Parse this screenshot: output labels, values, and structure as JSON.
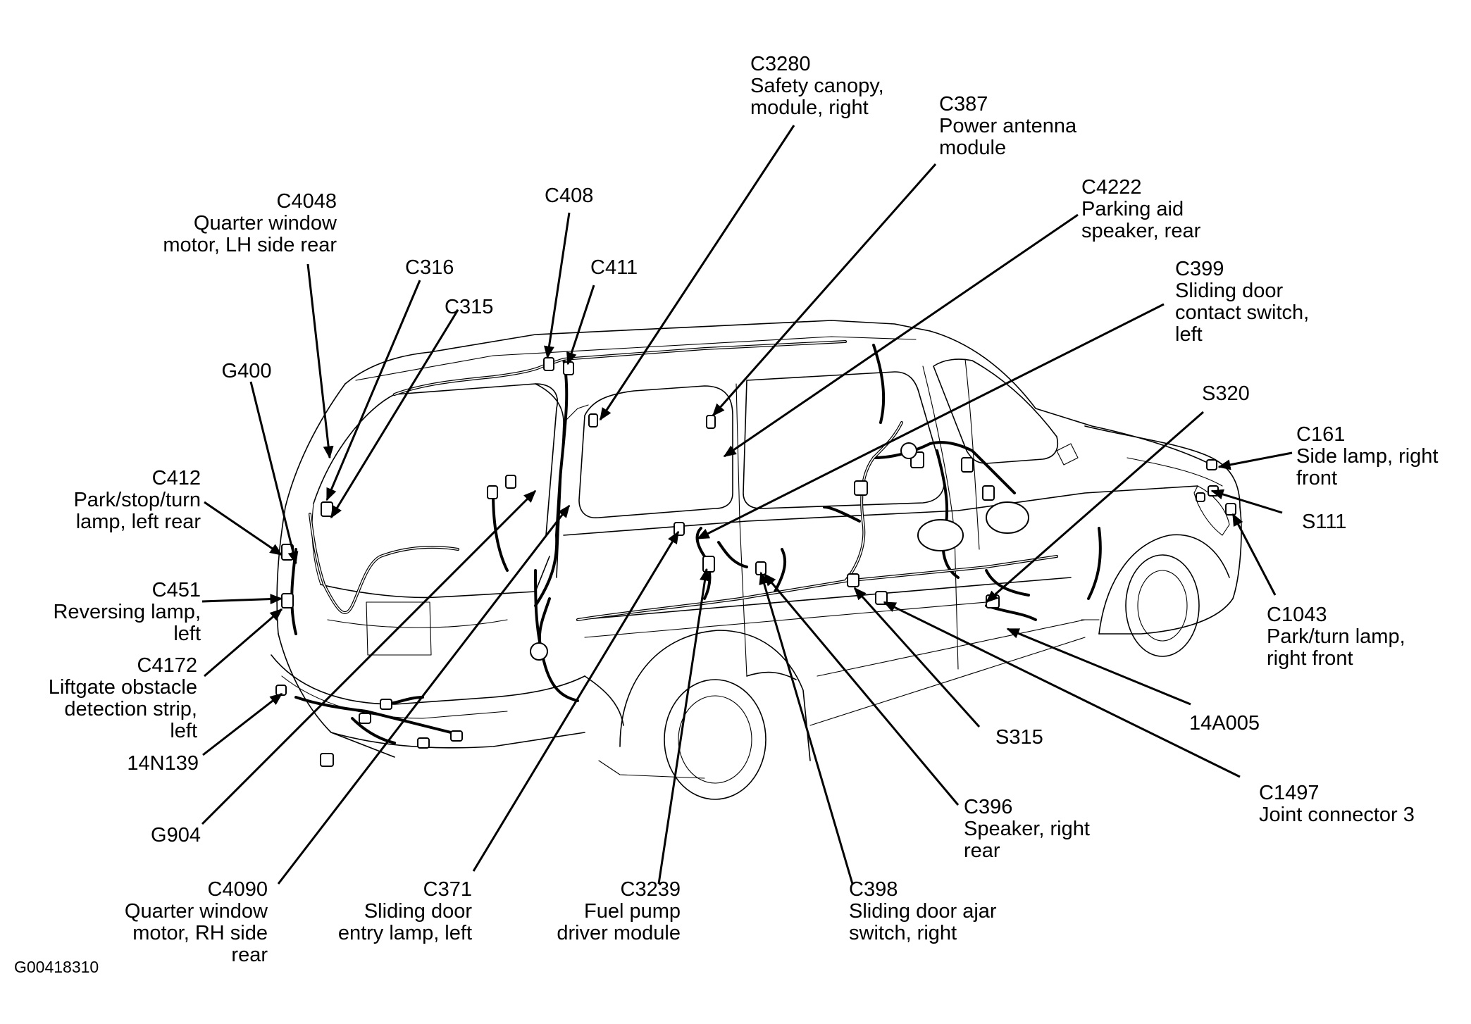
{
  "figure_id": "G00418310",
  "callouts": {
    "c3280": {
      "code": "C3280",
      "desc": [
        "Safety canopy,",
        "module, right"
      ]
    },
    "c387": {
      "code": "C387",
      "desc": [
        "Power antenna",
        "module"
      ]
    },
    "c4222": {
      "code": "C4222",
      "desc": [
        "Parking aid",
        "speaker, rear"
      ]
    },
    "c399": {
      "code": "C399",
      "desc": [
        "Sliding door",
        "contact switch,",
        "left"
      ]
    },
    "s320": {
      "code": "S320",
      "desc": []
    },
    "c161": {
      "code": "C161",
      "desc": [
        "Side lamp, right",
        "front"
      ]
    },
    "s111": {
      "code": "S111",
      "desc": []
    },
    "c1043": {
      "code": "C1043",
      "desc": [
        "Park/turn lamp,",
        "right front"
      ]
    },
    "a14a005": {
      "code": "14A005",
      "desc": []
    },
    "c1497": {
      "code": "C1497",
      "desc": [
        "Joint connector 3"
      ]
    },
    "s315": {
      "code": "S315",
      "desc": []
    },
    "c396": {
      "code": "C396",
      "desc": [
        "Speaker, right",
        "rear"
      ]
    },
    "c398": {
      "code": "C398",
      "desc": [
        "Sliding door ajar",
        "switch, right"
      ]
    },
    "c3239": {
      "code": "C3239",
      "desc": [
        "Fuel pump",
        "driver module"
      ]
    },
    "c371": {
      "code": "C371",
      "desc": [
        "Sliding door",
        "entry lamp, left"
      ]
    },
    "c4090": {
      "code": "C4090",
      "desc": [
        "Quarter window",
        "motor, RH side",
        "rear"
      ]
    },
    "g904": {
      "code": "G904",
      "desc": []
    },
    "a14n139": {
      "code": "14N139",
      "desc": []
    },
    "c4172": {
      "code": "C4172",
      "desc": [
        "Liftgate obstacle",
        "detection strip,",
        "left"
      ]
    },
    "c451": {
      "code": "C451",
      "desc": [
        "Reversing lamp,",
        "left"
      ]
    },
    "c412": {
      "code": "C412",
      "desc": [
        "Park/stop/turn",
        "lamp, left rear"
      ]
    },
    "g400": {
      "code": "G400",
      "desc": []
    },
    "c4048": {
      "code": "C4048",
      "desc": [
        "Quarter window",
        "motor, LH side rear"
      ]
    },
    "c316": {
      "code": "C316",
      "desc": []
    },
    "c315": {
      "code": "C315",
      "desc": []
    },
    "c408": {
      "code": "C408",
      "desc": []
    },
    "c411": {
      "code": "C411",
      "desc": []
    }
  }
}
